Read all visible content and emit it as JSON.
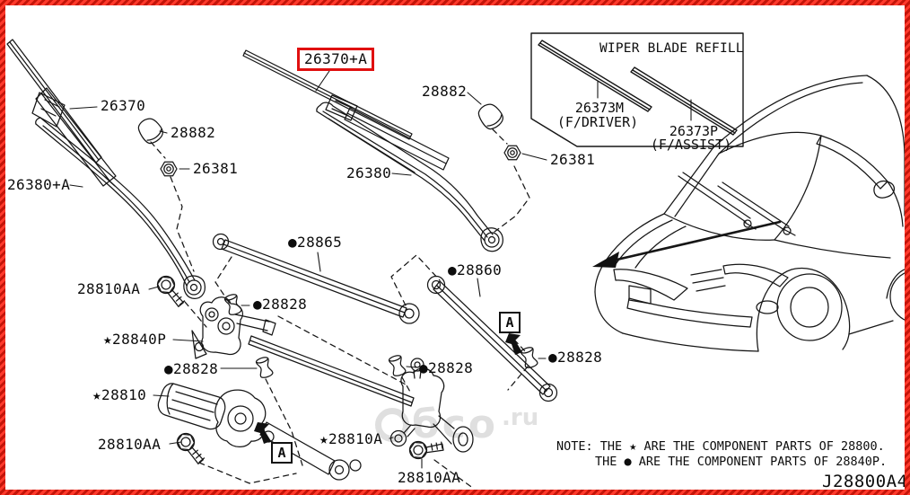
{
  "labels": [
    {
      "id": "26370",
      "text": "26370"
    },
    {
      "id": "26370plusA",
      "text": "26370+A",
      "highlighted": true
    },
    {
      "id": "28882-a",
      "text": "28882"
    },
    {
      "id": "26381-a",
      "text": "26381"
    },
    {
      "id": "26380plusA",
      "text": "26380+A"
    },
    {
      "id": "26380",
      "text": "26380"
    },
    {
      "id": "28882-b",
      "text": "28882"
    },
    {
      "id": "26381-b",
      "text": "26381"
    },
    {
      "id": "28865",
      "text": "●28865"
    },
    {
      "id": "28860",
      "text": "●28860"
    },
    {
      "id": "28828-a",
      "text": "●28828"
    },
    {
      "id": "28828-b",
      "text": "●28828"
    },
    {
      "id": "28828-c",
      "text": "●28828"
    },
    {
      "id": "28828-d",
      "text": "●28828"
    },
    {
      "id": "28840P",
      "text": "★28840P"
    },
    {
      "id": "28810",
      "text": "★28810"
    },
    {
      "id": "28810A",
      "text": "★28810A"
    },
    {
      "id": "28810AA-a",
      "text": "28810AA"
    },
    {
      "id": "28810AA-b",
      "text": "28810AA"
    },
    {
      "id": "28810AA-c",
      "text": "28810AA"
    }
  ],
  "refill_box": {
    "title": "WIPER BLADE REFILL",
    "items": [
      {
        "part": "26373M",
        "fitment": "(F/DRIVER)"
      },
      {
        "part": "26373P",
        "fitment": "(F/ASSIST)"
      }
    ]
  },
  "note": {
    "line1": "NOTE: THE ★ ARE THE COMPONENT PARTS OF 28800.",
    "line2": "THE ● ARE THE COMPONENT PARTS OF 28840P."
  },
  "diagram_id": "J28800A4",
  "section_marker": "A",
  "watermark": {
    "text": "бco",
    "domain": ".ru"
  },
  "colors": {
    "highlight": "#e01010",
    "border": "#e02317",
    "line": "#161616",
    "watermark": "#c6c6c6"
  }
}
